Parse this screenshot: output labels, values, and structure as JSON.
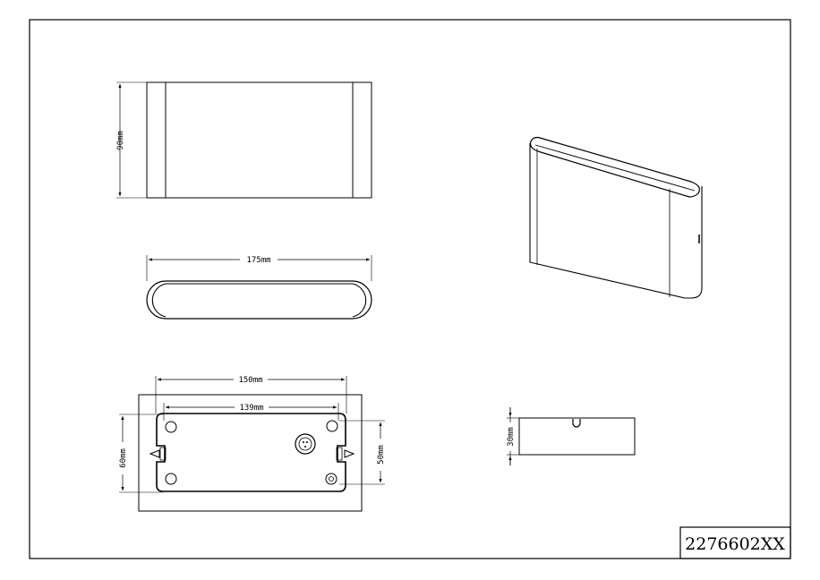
{
  "dimensions": {
    "height": "90mm",
    "length": "175mm",
    "mount_outer_width": "150mm",
    "mount_inner_width": "139mm",
    "mount_outer_height": "60mm",
    "mount_inner_height": "50mm",
    "depth": "30mm"
  },
  "article_number": "2276602XX",
  "colors": {
    "line": "#000000",
    "background": "#ffffff"
  }
}
